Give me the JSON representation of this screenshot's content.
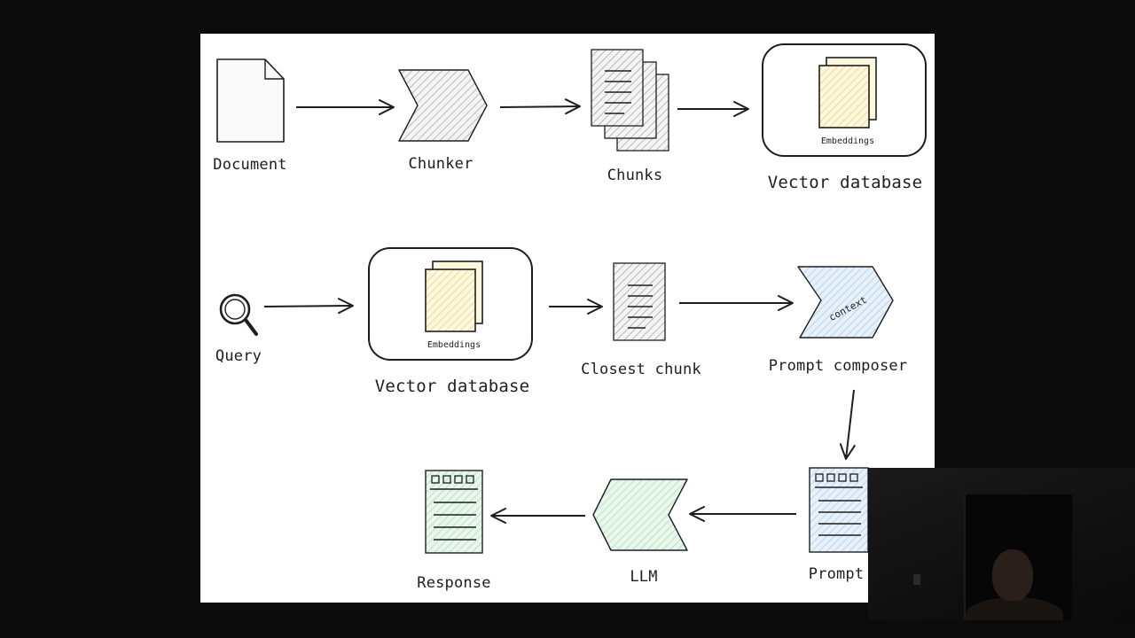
{
  "pipeline": {
    "row1": {
      "document": "Document",
      "chunker": "Chunker",
      "chunks": "Chunks",
      "vector_db": "Vector database",
      "embeddings": "Embeddings"
    },
    "row2": {
      "query": "Query",
      "vector_db": "Vector database",
      "embeddings": "Embeddings",
      "closest_chunk": "Closest chunk",
      "prompt_composer": "Prompt composer",
      "context": "context"
    },
    "row3": {
      "prompt": "Prompt",
      "llm": "LLM",
      "response": "Response"
    }
  },
  "colors": {
    "background": "#0b0b0b",
    "canvas": "#ffffff",
    "stroke": "#1e1e1e",
    "hatch_gray": "#9a9a9a",
    "embedding_yellow": "#f5e6a8",
    "composer_blue": "#cfe0f4",
    "llm_green": "#cdebd6"
  }
}
